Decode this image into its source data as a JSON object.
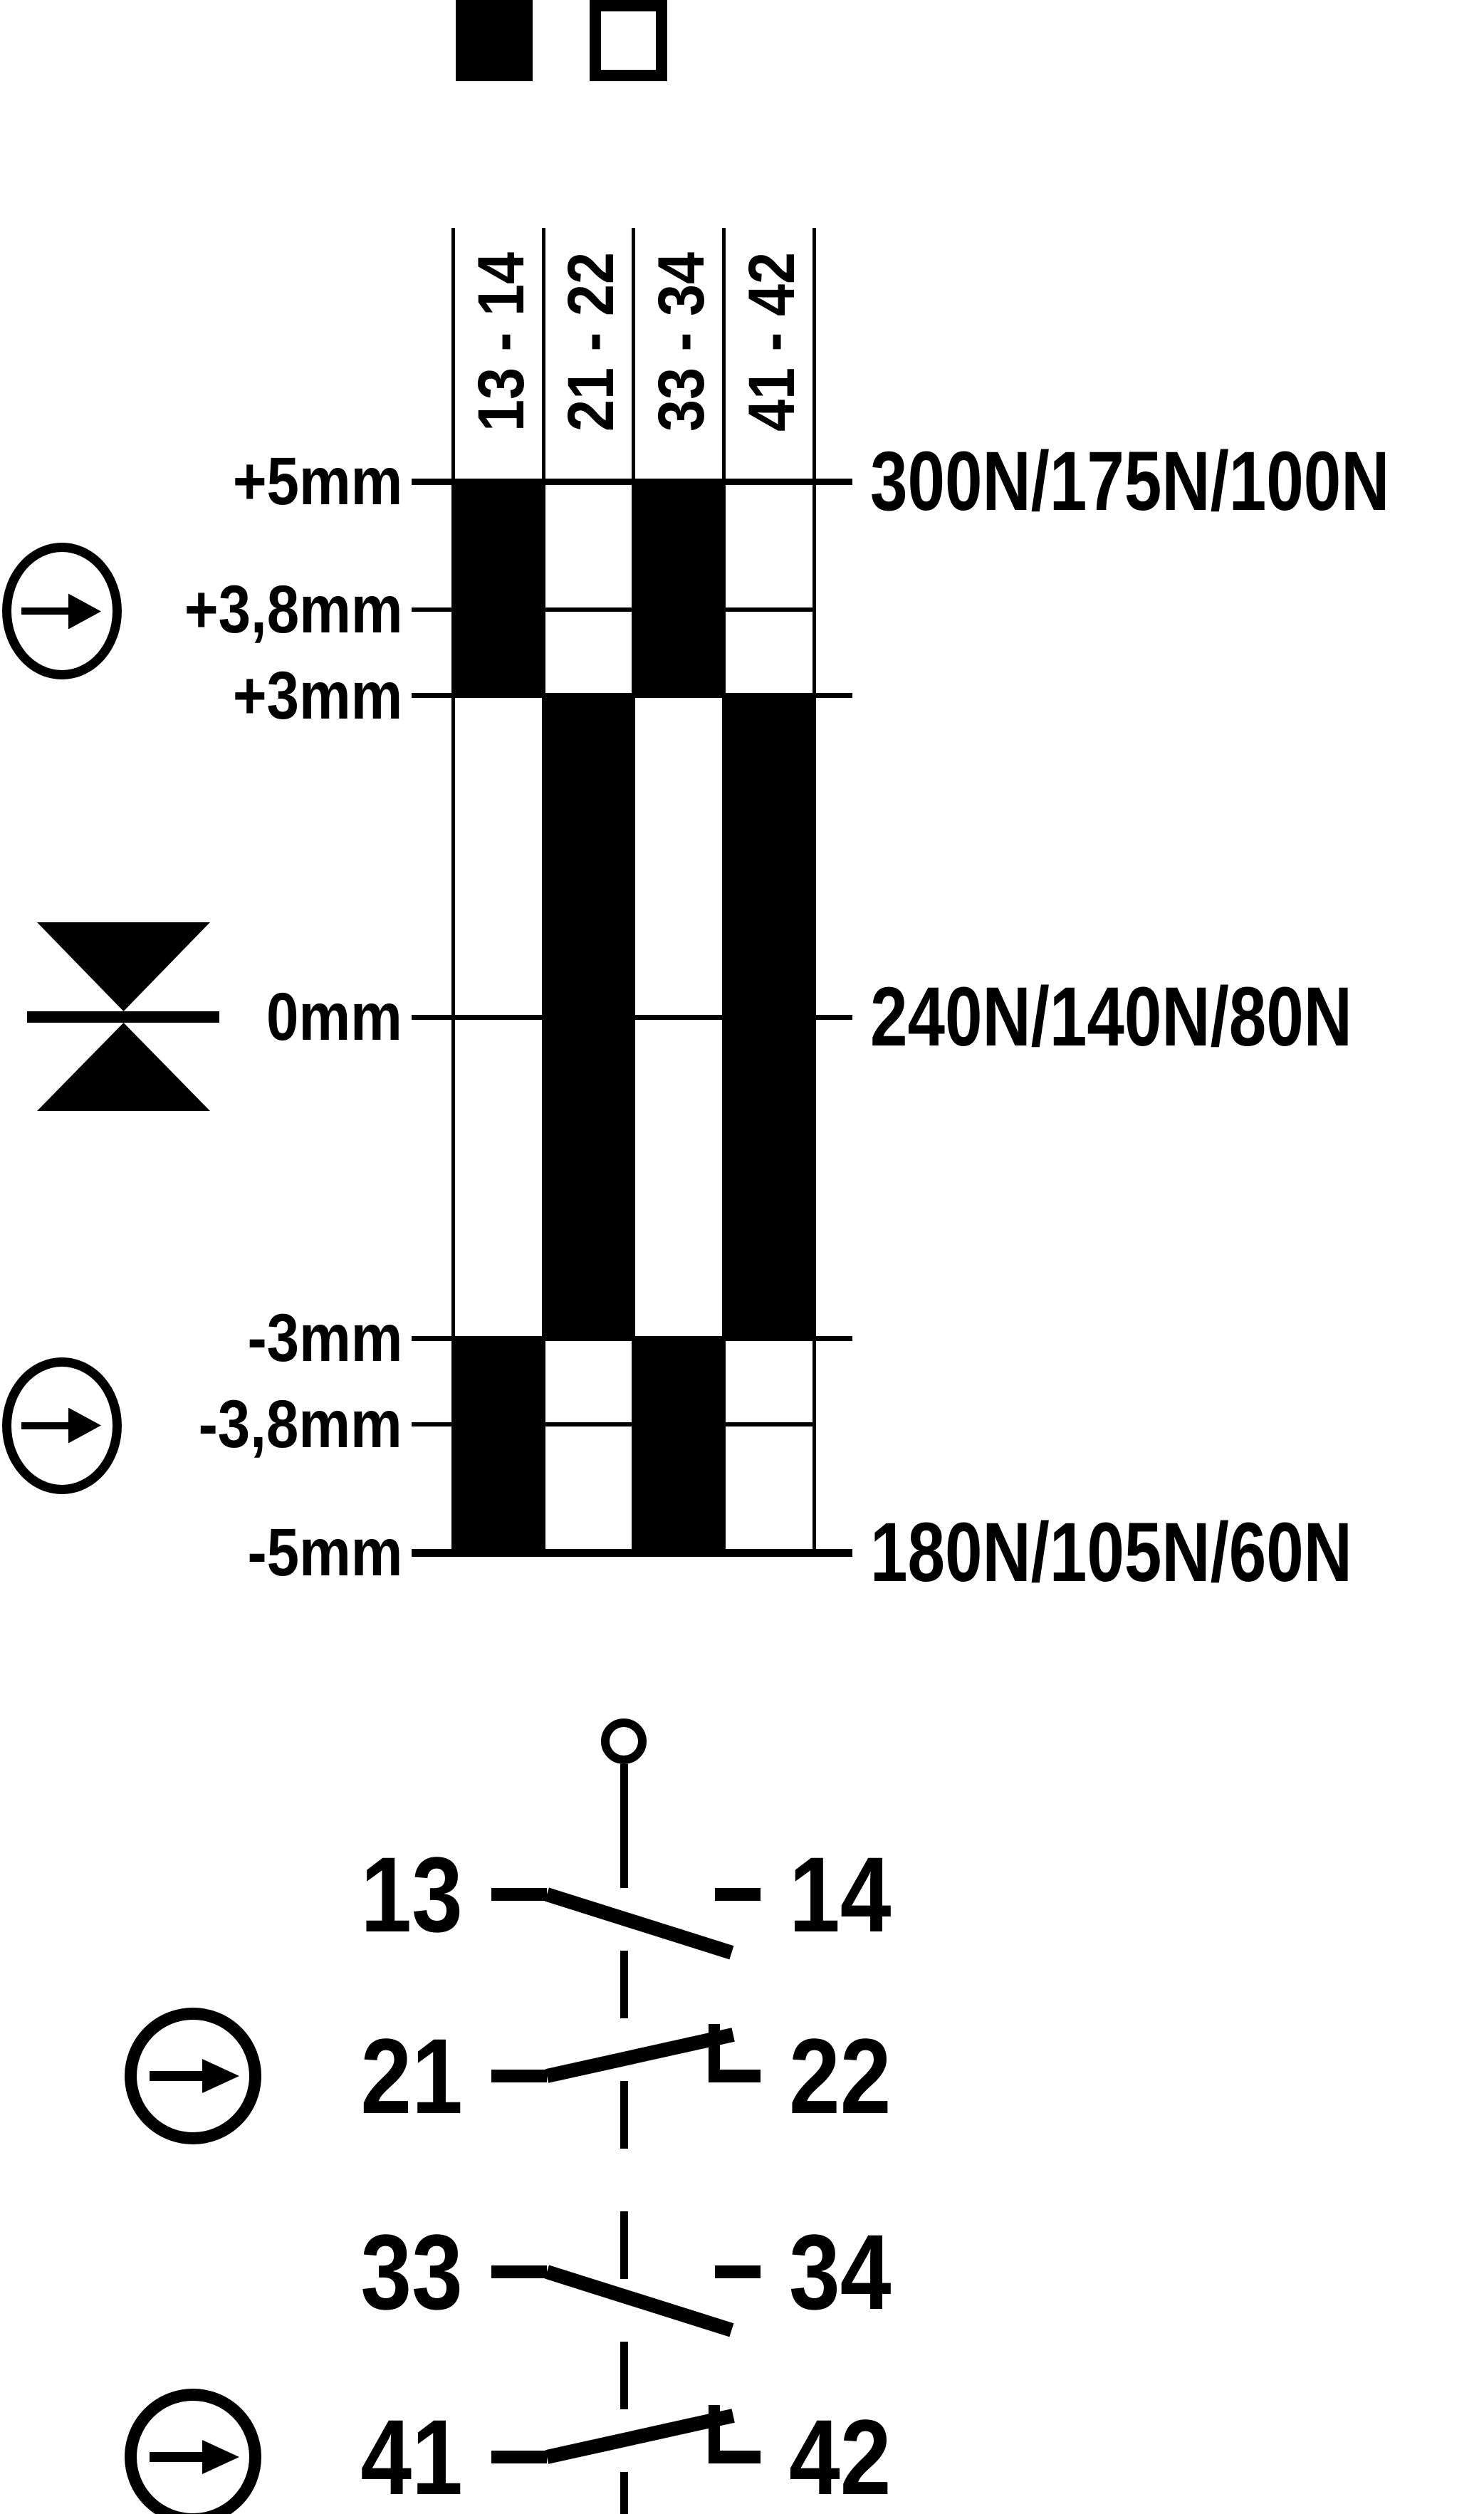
{
  "meta": {
    "description": "Position-switch contact travel diagram with actuating-force values and contact circuit symbols",
    "ink_color": "#000000",
    "background_color": "#ffffff"
  },
  "legend": {
    "closed_symbol": "filled-square",
    "open_symbol": "outlined-square"
  },
  "chart": {
    "type": "contact-travel-diagram",
    "columns": [
      {
        "id": "13-14",
        "header": "13 - 14",
        "contact_type": "NO",
        "closed_mm": [
          [
            3,
            5
          ],
          [
            -5,
            -3
          ]
        ]
      },
      {
        "id": "21-22",
        "header": "21 - 22",
        "contact_type": "NC",
        "closed_mm": [
          [
            -3,
            3
          ]
        ]
      },
      {
        "id": "33-34",
        "header": "33 - 34",
        "contact_type": "NO",
        "closed_mm": [
          [
            3,
            5
          ],
          [
            -5,
            -3
          ]
        ]
      },
      {
        "id": "41-42",
        "header": "41 - 42",
        "contact_type": "NC",
        "closed_mm": [
          [
            -3,
            3
          ]
        ]
      }
    ],
    "positions": [
      {
        "mm": 5,
        "label": "+5mm",
        "line": "major",
        "symbol": null
      },
      {
        "mm": 3.8,
        "label": "+3,8mm",
        "line": "minor",
        "symbol": "circle-arrow"
      },
      {
        "mm": 3,
        "label": "+3mm",
        "line": "major",
        "symbol": null
      },
      {
        "mm": 0,
        "label": "0mm",
        "line": "minor-full",
        "symbol": "bowtie"
      },
      {
        "mm": -3,
        "label": "-3mm",
        "line": "major",
        "symbol": null
      },
      {
        "mm": -3.8,
        "label": "-3,8mm",
        "line": "minor",
        "symbol": "circle-arrow"
      },
      {
        "mm": -5,
        "label": "-5mm",
        "line": "major",
        "symbol": null
      }
    ],
    "forces": [
      {
        "label": "300N/175N/100N",
        "at_mm": 5
      },
      {
        "label": "240N/140N/80N",
        "at_mm": 0
      },
      {
        "label": "180N/105N/60N",
        "at_mm": -5
      }
    ],
    "axis_range_mm": [
      -5,
      5
    ]
  },
  "circuit": {
    "actuator_symbol": "plunger-circle",
    "link_line": "dashed-vertical",
    "rows": [
      {
        "left": "13",
        "right": "14",
        "type": "NO",
        "symbol": null
      },
      {
        "left": "21",
        "right": "22",
        "type": "NC",
        "symbol": "circle-arrow"
      },
      {
        "left": "33",
        "right": "34",
        "type": "NO",
        "symbol": null
      },
      {
        "left": "41",
        "right": "42",
        "type": "NC",
        "symbol": "circle-arrow"
      }
    ]
  }
}
